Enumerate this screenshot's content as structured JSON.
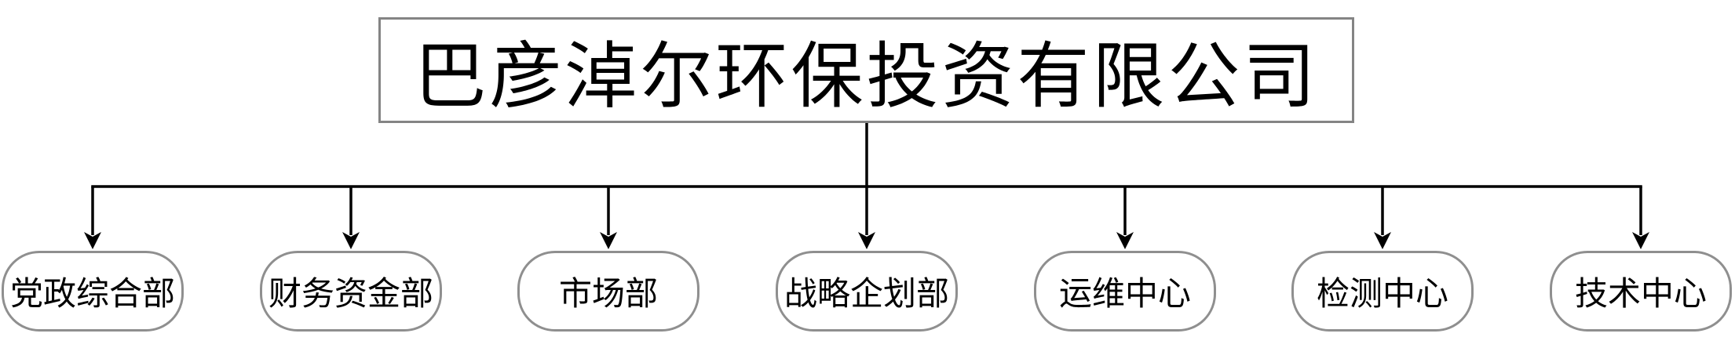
{
  "diagram": {
    "type": "org-chart",
    "root": {
      "label": "巴彦淖尔环保投资有限公司"
    },
    "departments": [
      {
        "label": "党政综合部"
      },
      {
        "label": "财务资金部"
      },
      {
        "label": "市场部"
      },
      {
        "label": "战略企划部"
      },
      {
        "label": "运维中心"
      },
      {
        "label": "检测中心"
      },
      {
        "label": "技术中心"
      }
    ]
  },
  "colors": {
    "background": "#ffffff",
    "connector_line": "#000000",
    "root_node_border": "#848484",
    "department_node_border": "#8f8f8f",
    "text": "#000000"
  }
}
